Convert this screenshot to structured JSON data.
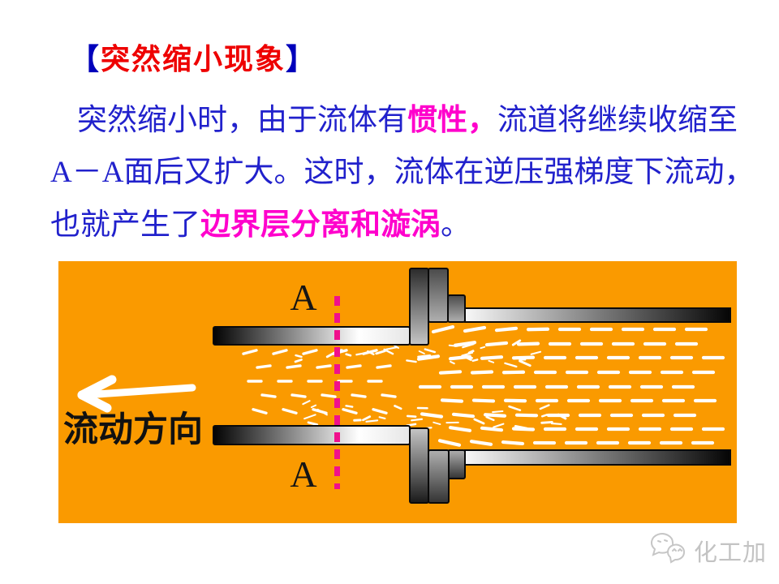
{
  "slide": {
    "title": {
      "bracket_open": "【",
      "text": "突然缩小现象",
      "bracket_close": "】"
    },
    "paragraph": {
      "line1": {
        "seg1": "突然缩小时，由于流体有",
        "highlight": "惯性，",
        "seg2": "流道将继续收缩至"
      },
      "line2": {
        "seg1": "A－A面后又扩大。这时，流体在逆压强梯度下流动，"
      },
      "line3": {
        "seg1": "也就产生了",
        "highlight": "边界层分离和漩涡",
        "seg2": "。"
      }
    },
    "diagram": {
      "section_label_top": "A",
      "section_label_bottom": "A",
      "flow_direction_label": "流动方向",
      "colors": {
        "background_orange": "#fa9a00",
        "section_line_magenta": "#f0108c",
        "flow_marks_white": "#ffffff",
        "pipe_wall_dark": "#0a0a0a"
      }
    },
    "watermark": {
      "text": "化工加",
      "icon": "wechat-chat-bubbles"
    },
    "text_colors": {
      "title_red": "#ee0000",
      "bracket_blue": "#0000bb",
      "body_blue": "#2121cc",
      "highlight_magenta": "#ff00cc"
    }
  }
}
